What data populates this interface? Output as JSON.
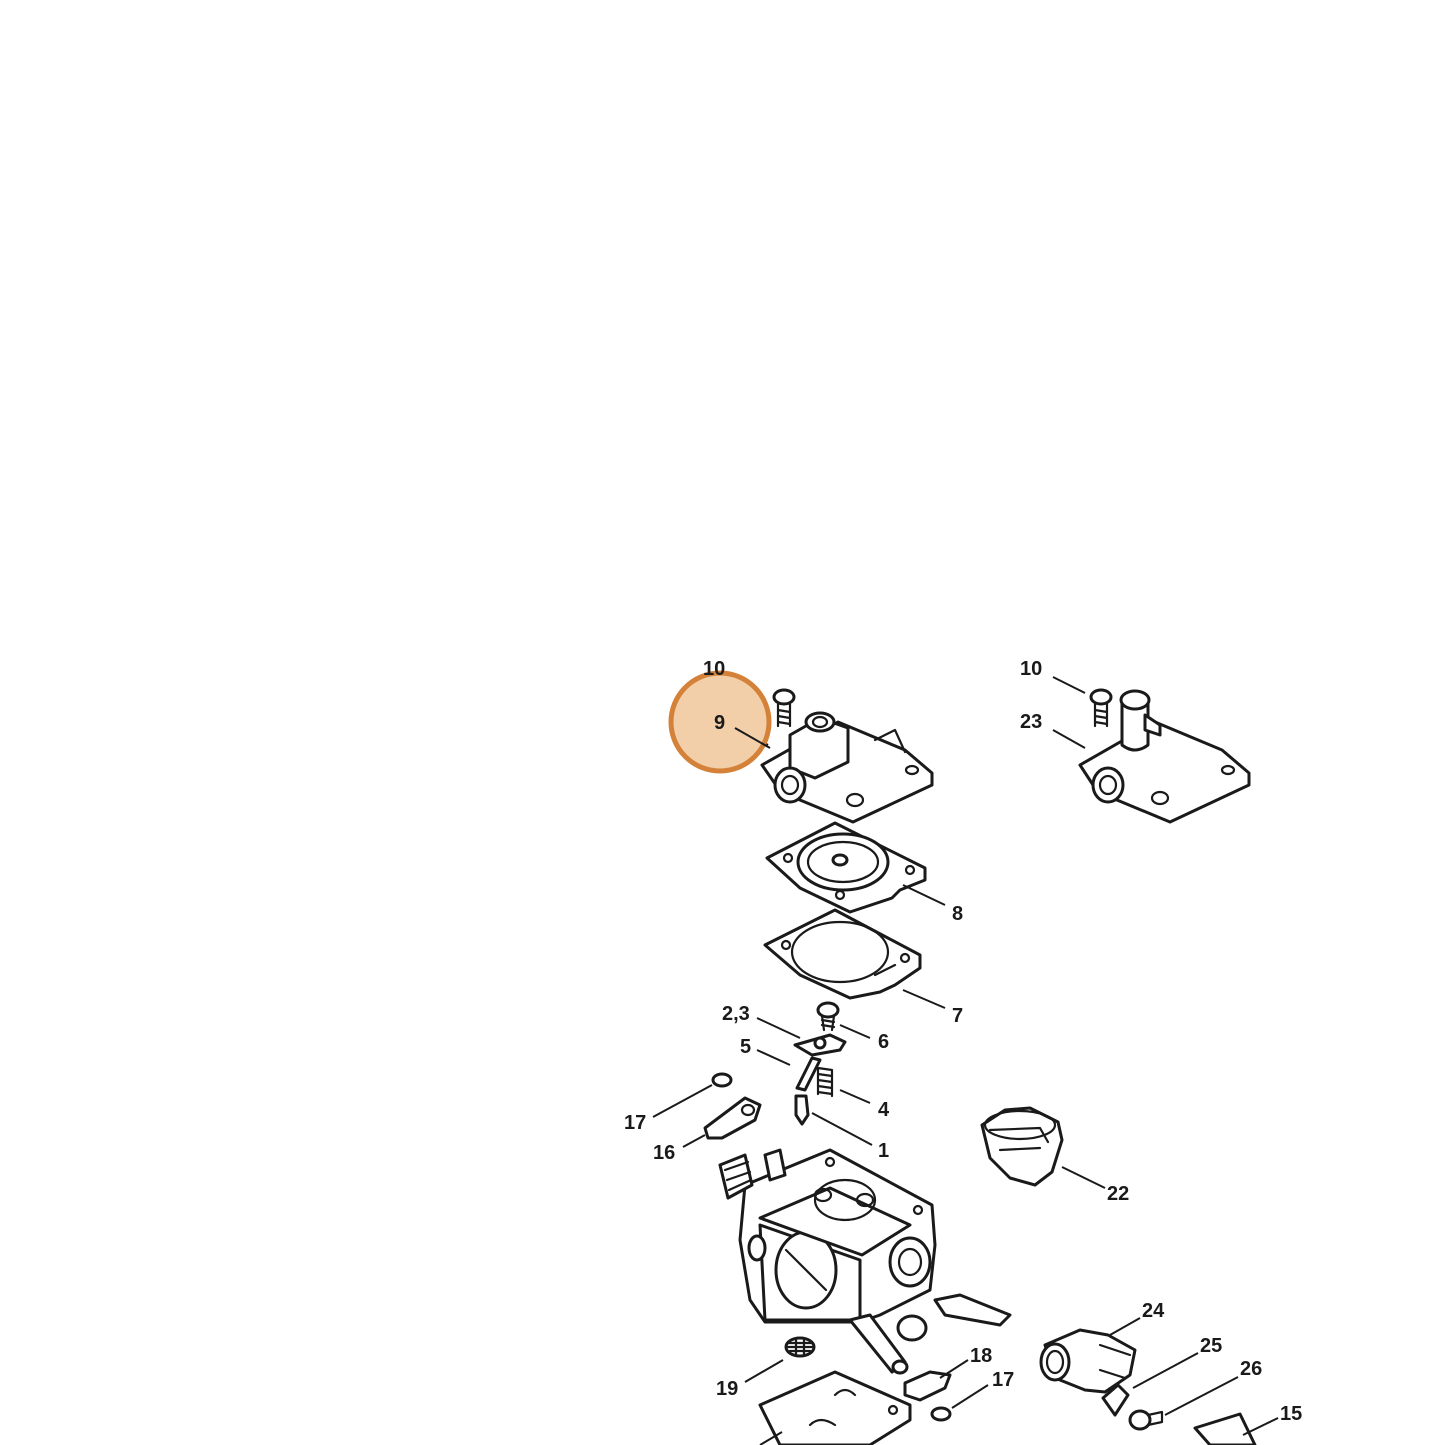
{
  "highlight": {
    "label": "9",
    "fill": "#f2cfa8",
    "stroke": "#d4823a"
  },
  "callouts": {
    "c10a": "10",
    "c9": "9",
    "c10b": "10",
    "c23": "23",
    "c8": "8",
    "c7": "7",
    "c23b": "2,3",
    "c6": "6",
    "c5": "5",
    "c4": "4",
    "c17a": "17",
    "c16": "16",
    "c1": "1",
    "c22": "22",
    "c24": "24",
    "c25": "25",
    "c18": "18",
    "c26": "26",
    "c19": "19",
    "c17b": "17",
    "c15": "15"
  }
}
